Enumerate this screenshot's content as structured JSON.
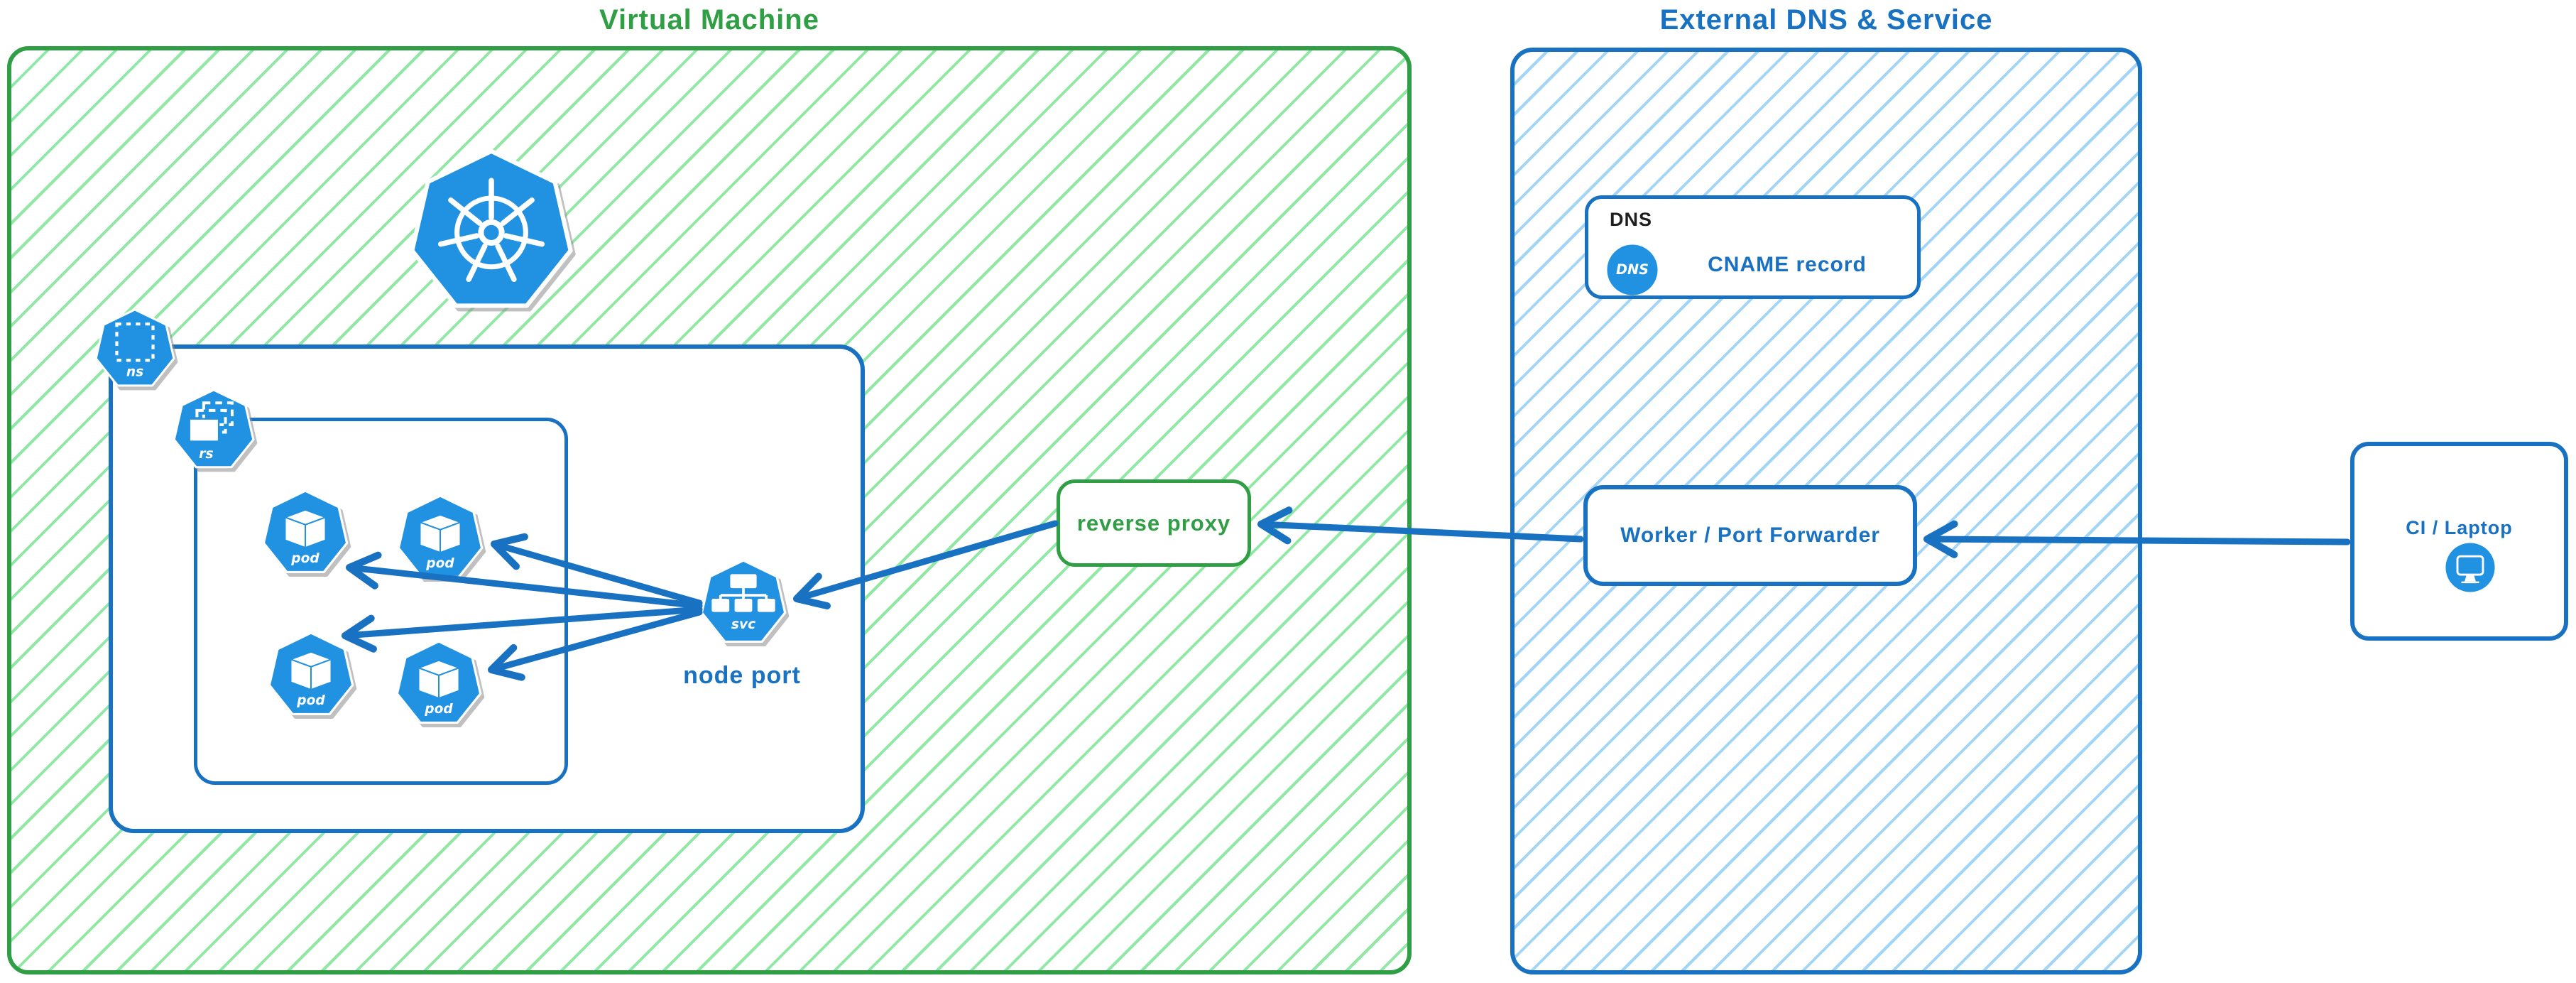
{
  "colors": {
    "green_accent": "#2f9e44",
    "green_hatch": "#90e8a4",
    "blue_accent": "#1971c2",
    "blue_hatch": "#a3d5f7",
    "icon_blue": "#2191e2",
    "label_black": "#1e1e1e"
  },
  "vm": {
    "title": "Virtual Machine"
  },
  "k8s_cluster": {
    "namespace_label": "ns",
    "replicaset_label": "rs",
    "service_label": "svc",
    "service_caption": "node port",
    "pods": [
      {
        "label": "pod"
      },
      {
        "label": "pod"
      },
      {
        "label": "pod"
      },
      {
        "label": "pod"
      }
    ]
  },
  "reverse_proxy": {
    "label": "reverse proxy"
  },
  "external": {
    "title": "External DNS & Service",
    "dns": {
      "group_label": "DNS",
      "badge": "DNS",
      "record_label": "CNAME record"
    },
    "worker": {
      "label": "Worker / Port Forwarder"
    }
  },
  "client": {
    "label": "CI / Laptop"
  }
}
